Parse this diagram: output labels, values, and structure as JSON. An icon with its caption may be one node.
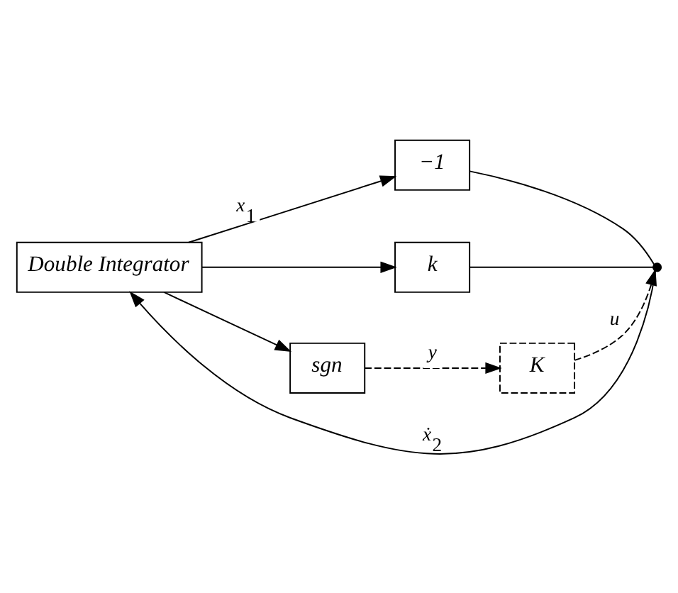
{
  "diagram": {
    "nodes": [
      {
        "text": [
          "Double Integrator"
        ]
      },
      {
        "text": [
          "−1"
        ]
      },
      {
        "text": [
          "k"
        ]
      },
      {
        "text": [
          "sgn"
        ]
      },
      {
        "text": [
          "K"
        ]
      },
      {
        "text": [],
        "shape": "switch"
      }
    ],
    "edges": [
      {
        "from": 0,
        "to": 1,
        "arrow": "to",
        "label": "x$_{1}$"
      },
      {
        "from": 0,
        "to": 2,
        "arrow": "to"
      },
      {
        "from": 0,
        "to": 3,
        "arrow": "to"
      },
      {
        "from": 3,
        "to": 4,
        "arrow": "to",
        "label": "y",
        "style": "dashed"
      },
      {
        "from": 4,
        "to": 5,
        "arrow": "to",
        "label": "u",
        "style": "dashed"
      },
      {
        "from": 1,
        "to": 5,
        "arrow": "none"
      },
      {
        "from": 2,
        "to": 5,
        "arrow": "none"
      },
      {
        "from": 5,
        "to": 0,
        "arrow": "to",
        "label": "ẋ$_{2}$"
      }
    ]
  }
}
